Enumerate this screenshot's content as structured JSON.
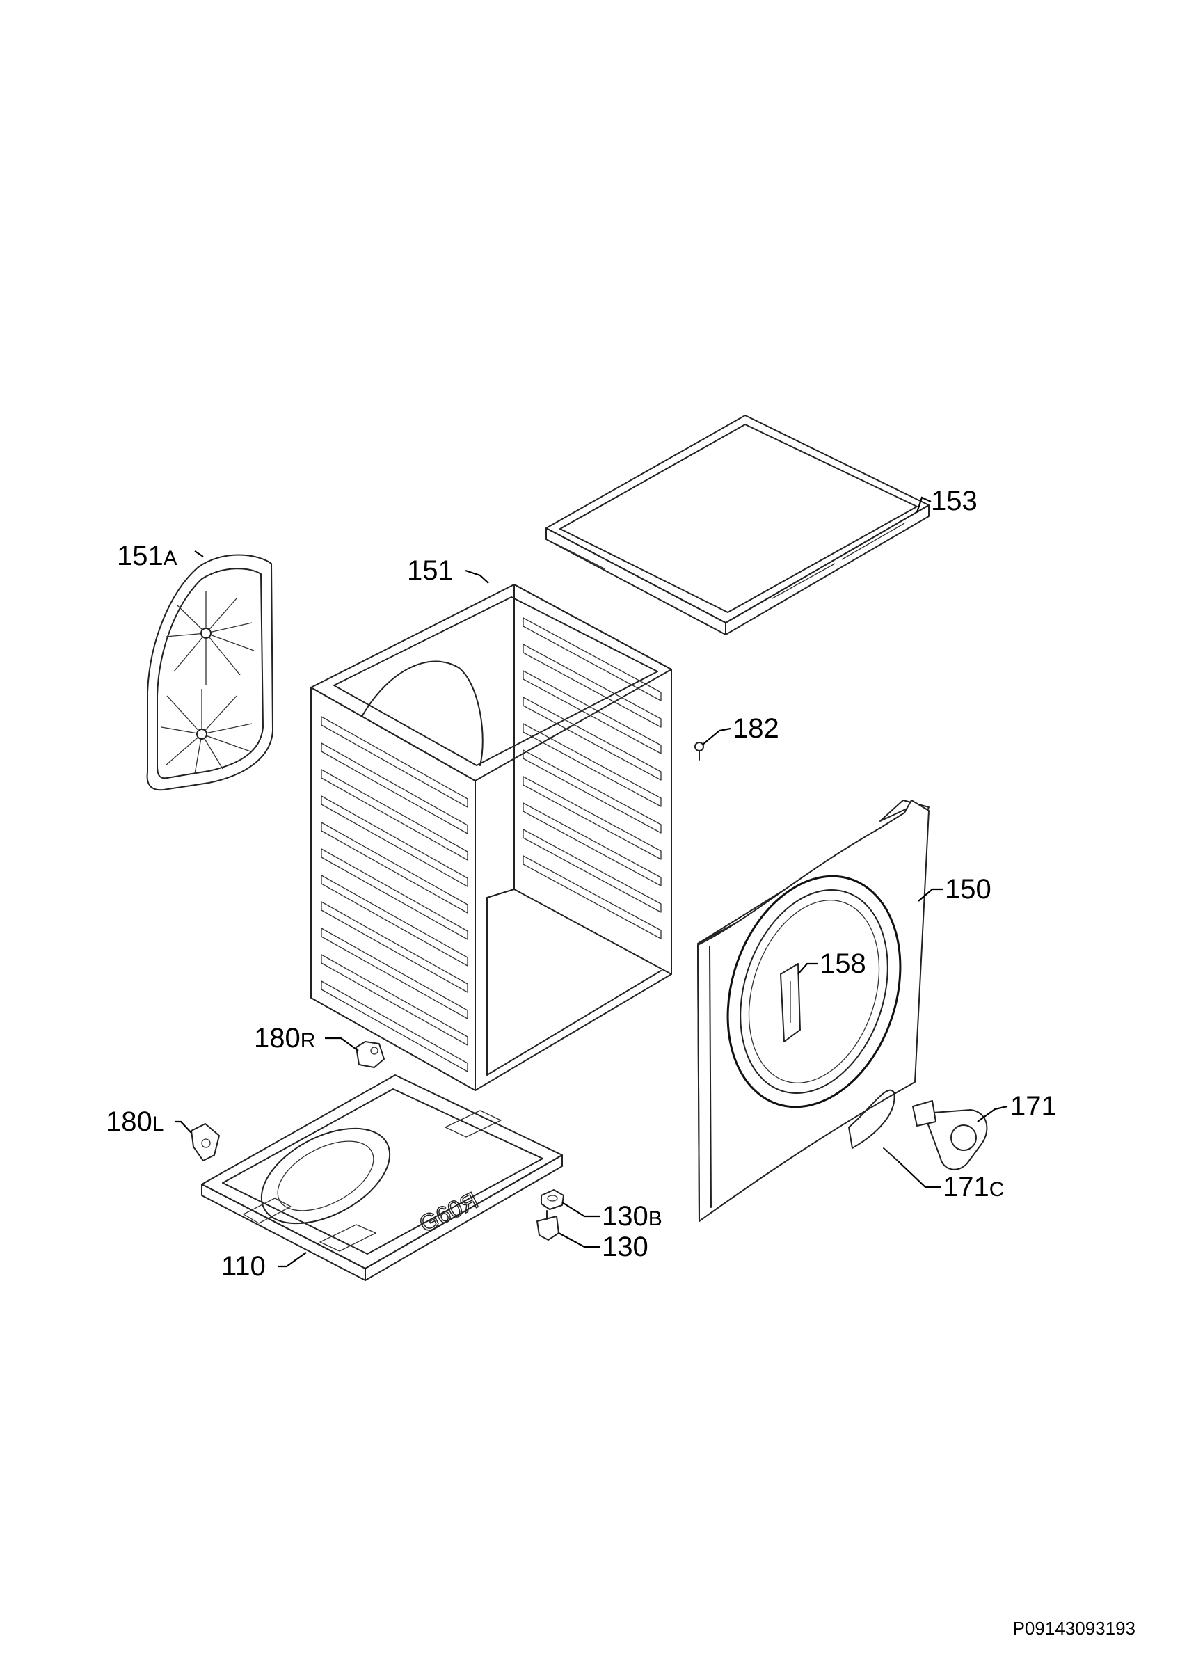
{
  "parts": [
    {
      "id": "153",
      "num": "153",
      "suffix": "",
      "name": "top-cover"
    },
    {
      "id": "151A",
      "num": "151",
      "suffix": "A",
      "name": "rear-panel"
    },
    {
      "id": "151",
      "num": "151",
      "suffix": "",
      "name": "cabinet"
    },
    {
      "id": "182",
      "num": "182",
      "suffix": "",
      "name": "screw"
    },
    {
      "id": "150",
      "num": "150",
      "suffix": "",
      "name": "front-panel"
    },
    {
      "id": "158",
      "num": "158",
      "suffix": "",
      "name": "door-catch-plate"
    },
    {
      "id": "180R",
      "num": "180",
      "suffix": "R",
      "name": "hinge-right"
    },
    {
      "id": "180L",
      "num": "180",
      "suffix": "L",
      "name": "hinge-left"
    },
    {
      "id": "171",
      "num": "171",
      "suffix": "",
      "name": "door-lock"
    },
    {
      "id": "171C",
      "num": "171",
      "suffix": "C",
      "name": "lock-cable"
    },
    {
      "id": "130B",
      "num": "130",
      "suffix": "B",
      "name": "foot-nut"
    },
    {
      "id": "130",
      "num": "130",
      "suffix": "",
      "name": "adjustable-foot"
    },
    {
      "id": "110",
      "num": "110",
      "suffix": "",
      "name": "base-frame"
    }
  ],
  "base_marking": "G60Я",
  "drawing_code": "P09143093193"
}
